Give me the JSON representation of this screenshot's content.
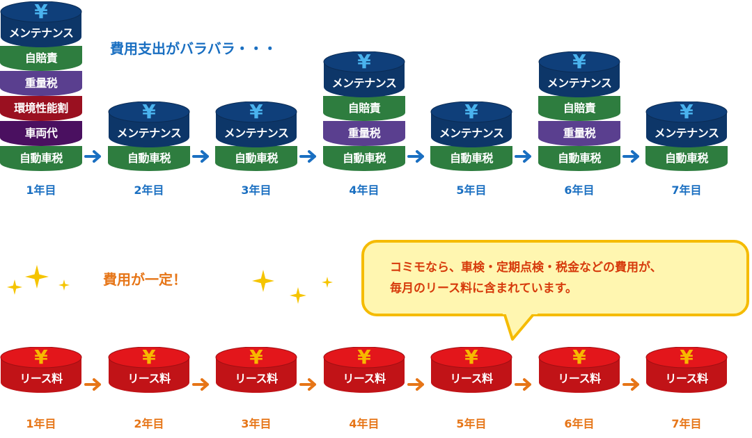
{
  "top": {
    "heading": "費用支出がバラバラ・・・",
    "years": [
      {
        "label": "1年目",
        "items": [
          "メンテナンス",
          "自賠責",
          "重量税",
          "環境性能割",
          "車両代",
          "自動車税"
        ]
      },
      {
        "label": "2年目",
        "items": [
          "メンテナンス",
          "自動車税"
        ]
      },
      {
        "label": "3年目",
        "items": [
          "メンテナンス",
          "自動車税"
        ]
      },
      {
        "label": "4年目",
        "items": [
          "メンテナンス",
          "自賠責",
          "重量税",
          "自動車税"
        ]
      },
      {
        "label": "5年目",
        "items": [
          "メンテナンス",
          "自動車税"
        ]
      },
      {
        "label": "6年目",
        "items": [
          "メンテナンス",
          "自賠責",
          "重量税",
          "自動車税"
        ]
      },
      {
        "label": "7年目",
        "items": [
          "メンテナンス",
          "自動車税"
        ]
      }
    ]
  },
  "bottom": {
    "heading": "費用が一定！",
    "coin_label": "リース料",
    "years": [
      "1年目",
      "2年目",
      "3年目",
      "4年目",
      "5年目",
      "6年目",
      "7年目"
    ]
  },
  "callout": {
    "line1": "コミモなら、車検・定期点検・税金などの費用が、",
    "line2": "毎月のリース料に含まれています。"
  },
  "symbols": {
    "yen": "¥"
  },
  "colors": {
    "メンテナンス": "#0f3f7a",
    "自賠責": "#2e7d3f",
    "重量税": "#5a3f8f",
    "環境性能割": "#9a1020",
    "車両代": "#4a1060",
    "自動車税": "#2e7d3f",
    "lease": "#e3161b",
    "top_text": "#1a6fc1",
    "bottom_text": "#e67517",
    "callout_text": "#d63a0b"
  },
  "icons": [
    "yen-coin-icon",
    "arrow-right-icon",
    "sparkle-icon"
  ]
}
